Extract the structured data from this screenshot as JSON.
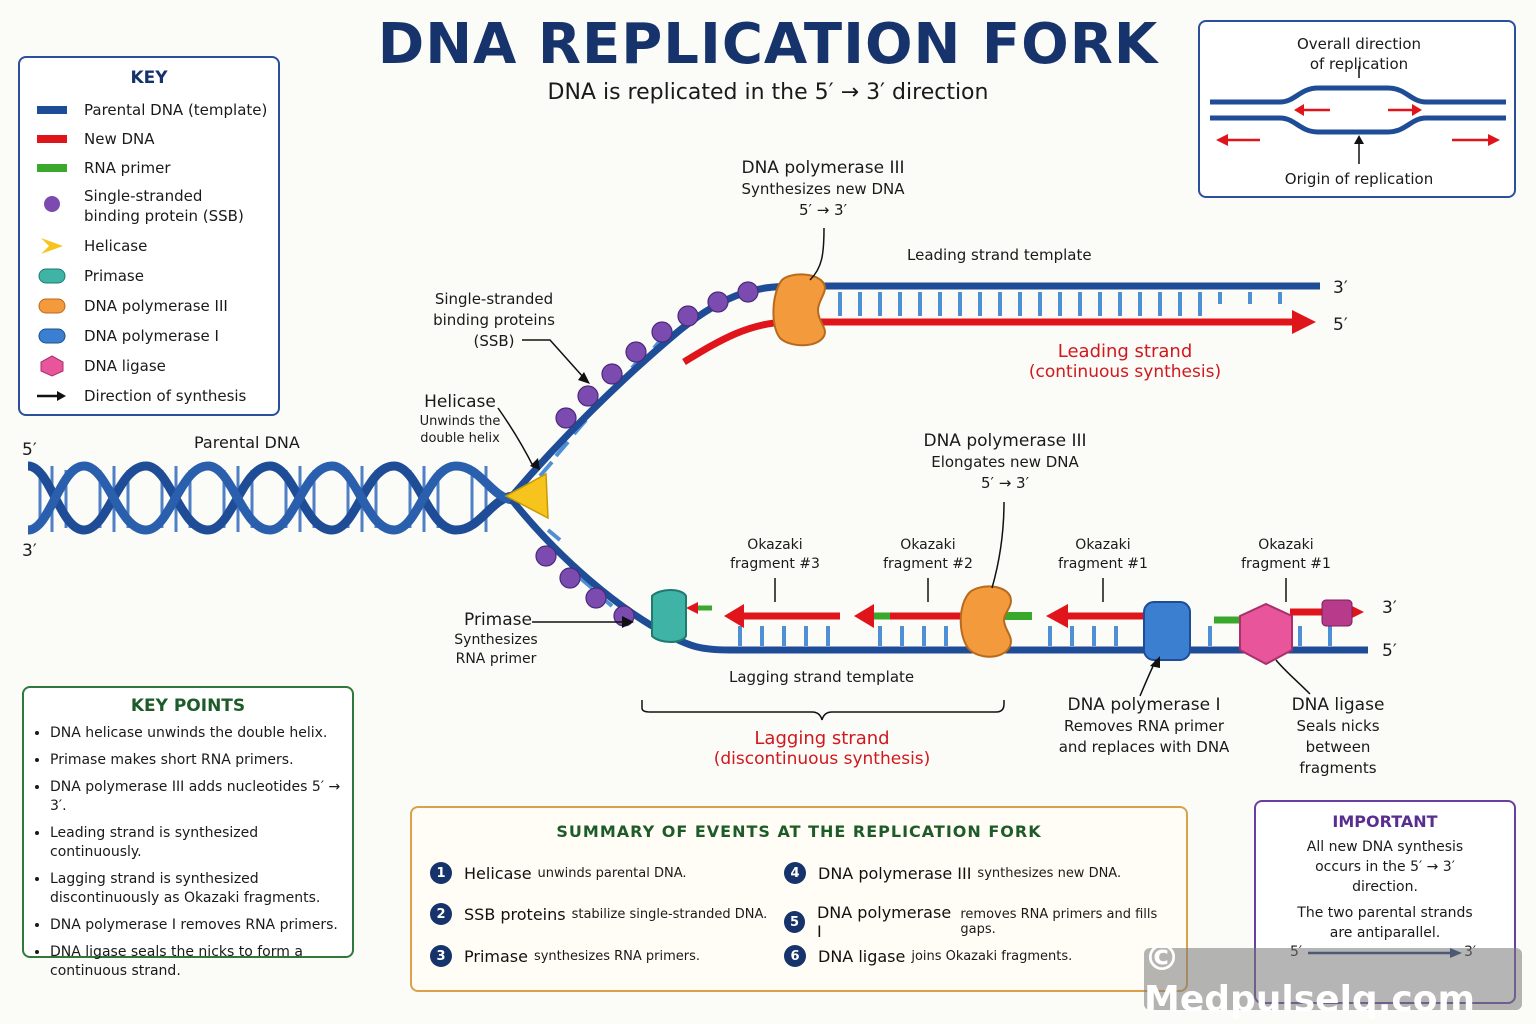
{
  "title": "DNA REPLICATION FORK",
  "subtitle": "DNA is replicated in the 5′ → 3′ direction",
  "key": {
    "title": "KEY",
    "items": [
      {
        "label": "Parental DNA (template)",
        "icon": "blue-bar",
        "color": "#1f4c96"
      },
      {
        "label": "New DNA",
        "icon": "red-bar",
        "color": "#e0141b"
      },
      {
        "label": "RNA primer",
        "icon": "green-bar",
        "color": "#3aa82b"
      },
      {
        "label": "Single-stranded binding protein (SSB)",
        "icon": "purple-dot",
        "color": "#7b4bb0"
      },
      {
        "label": "Helicase",
        "icon": "yellow-wedge",
        "color": "#f7c41d"
      },
      {
        "label": "Primase",
        "icon": "teal-pill",
        "color": "#3fb3a5"
      },
      {
        "label": "DNA polymerase III",
        "icon": "orange-pill",
        "color": "#f39a3c"
      },
      {
        "label": "DNA polymerase I",
        "icon": "blue-pill",
        "color": "#3b7fd0"
      },
      {
        "label": "DNA ligase",
        "icon": "pink-hexagon",
        "color": "#e9559b"
      },
      {
        "label": "Direction of synthesis",
        "icon": "black-arrow",
        "color": "#111111"
      }
    ]
  },
  "inset": {
    "top_label": "Overall direction of replication",
    "bottom_label": "Origin of replication"
  },
  "diagram": {
    "end_5_left": "5′",
    "end_3_left": "3′",
    "parental_label": "Parental DNA",
    "helicase_title": "Helicase",
    "helicase_desc": "Unwinds the double helix",
    "ssb_label": "Single-stranded binding proteins (SSB)",
    "pol3_top_title": "DNA polymerase III",
    "pol3_top_desc": "Synthesizes new DNA",
    "pol3_top_dir": "5′ → 3′",
    "leading_template": "Leading strand template",
    "leading_end_3": "3′",
    "leading_end_5": "5′",
    "leading_title": "Leading strand",
    "leading_sub": "(continuous synthesis)",
    "pol3_bot_title": "DNA polymerase III",
    "pol3_bot_desc": "Elongates new DNA",
    "pol3_bot_dir": "5′ → 3′",
    "okazaki": [
      "Okazaki fragment #3",
      "Okazaki fragment #2",
      "Okazaki fragment #1",
      "Okazaki fragment #1"
    ],
    "lagging_end_3": "3′",
    "lagging_end_5": "5′",
    "primase_title": "Primase",
    "primase_desc": "Synthesizes RNA primer",
    "lagging_template": "Lagging strand template",
    "lagging_title": "Lagging strand",
    "lagging_sub": "(discontinuous synthesis)",
    "pol1_title": "DNA polymerase I",
    "pol1_desc": "Removes RNA primer and replaces with DNA",
    "ligase_title": "DNA ligase",
    "ligase_desc": "Seals nicks between fragments"
  },
  "key_points": {
    "title": "KEY POINTS",
    "items": [
      "DNA helicase unwinds the double helix.",
      "Primase makes short RNA primers.",
      "DNA polymerase III adds nucleotides 5′ → 3′.",
      "Leading strand is synthesized continuously.",
      "Lagging strand is synthesized discontinuously as Okazaki fragments.",
      "DNA polymerase I removes RNA primers.",
      "DNA ligase seals the nicks to form a continuous strand."
    ]
  },
  "summary": {
    "title": "SUMMARY OF EVENTS AT THE REPLICATION FORK",
    "steps": [
      {
        "num": "1",
        "bold": "Helicase",
        "text": "unwinds parental DNA."
      },
      {
        "num": "2",
        "bold": "SSB proteins",
        "text": "stabilize single-stranded DNA."
      },
      {
        "num": "3",
        "bold": "Primase",
        "text": "synthesizes RNA primers."
      },
      {
        "num": "4",
        "bold": "DNA polymerase III",
        "text": "synthesizes new DNA."
      },
      {
        "num": "5",
        "bold": "DNA polymerase I",
        "text": "removes RNA primers and fills gaps."
      },
      {
        "num": "6",
        "bold": "DNA ligase",
        "text": "joins Okazaki fragments."
      }
    ]
  },
  "important": {
    "title": "IMPORTANT",
    "line1": "All new DNA synthesis occurs in the 5′ → 3′ direction.",
    "line2": "The two parental strands are antiparallel.",
    "end_5": "5′",
    "end_3": "3′"
  },
  "watermark": "© Medpulselq.com"
}
